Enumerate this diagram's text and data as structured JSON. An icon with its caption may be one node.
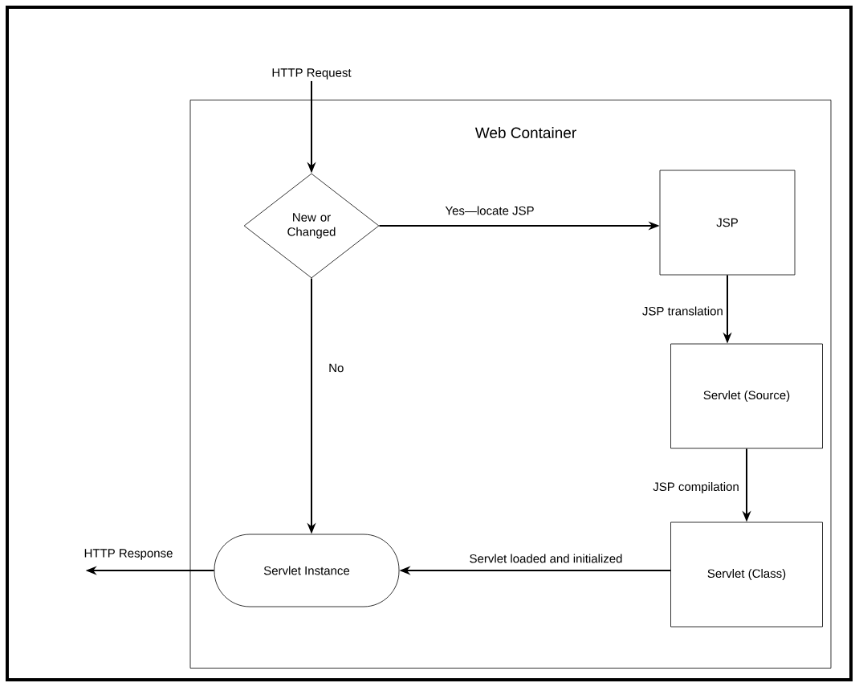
{
  "diagram": {
    "nodes": [
      {
        "text": [
          "HTTP Request"
        ]
      },
      {
        "text": [
          "Web Container"
        ]
      },
      {
        "text": [
          "New or Changed"
        ],
        "in": 1
      },
      {
        "text": [
          "JSP"
        ],
        "in": 1
      },
      {
        "text": [
          "Servlet (Source)"
        ],
        "in": 1
      },
      {
        "text": [
          "Servlet (Class)"
        ],
        "in": 1
      },
      {
        "text": [
          "Servlet Instance"
        ],
        "in": 1
      }
    ],
    "edges": [
      {
        "from": 0,
        "to": 2,
        "arrow": "to"
      },
      {
        "from": 2,
        "to": 3,
        "arrow": "to",
        "label": "Yes—locate JSP"
      },
      {
        "from": 2,
        "to": 6,
        "arrow": "to",
        "label": "No"
      },
      {
        "from": 3,
        "to": 4,
        "arrow": "to",
        "label": "JSP translation"
      },
      {
        "from": 4,
        "to": 5,
        "arrow": "to",
        "label": "JSP compilation"
      },
      {
        "from": 5,
        "to": 6,
        "arrow": "to",
        "label": "Servlet loaded and initialized"
      },
      {
        "from": 6,
        "to": null,
        "arrow": "to",
        "label": "HTTP Response"
      }
    ]
  }
}
